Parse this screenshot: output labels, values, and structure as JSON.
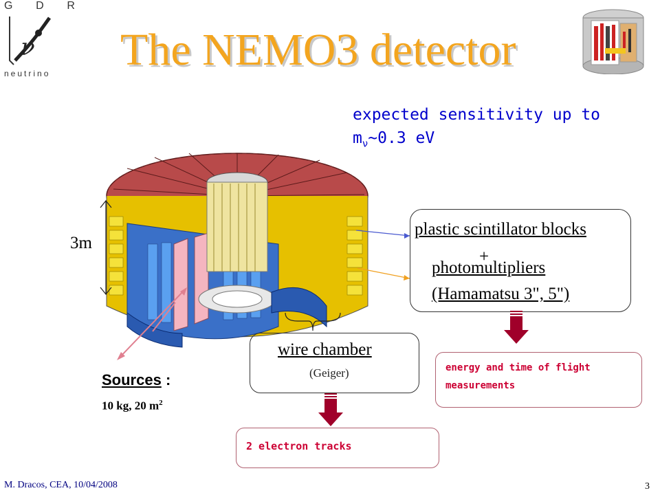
{
  "logo": {
    "letters": [
      "G",
      "D",
      "R"
    ],
    "word": "neutrino",
    "symbol": "ν"
  },
  "title": "The NEMO3 detector",
  "sensitivity": {
    "line1": "expected sensitivity up to",
    "prefix": "m",
    "subscript": "ν",
    "suffix": "~0.3 eV"
  },
  "dimension": {
    "label": "3m"
  },
  "scintillator": {
    "label": "plastic scintillator blocks",
    "plus": "+",
    "pmt": "photomultipliers",
    "pmt_detail": "(Hamamatsu 3\", 5\")"
  },
  "wire_chamber": {
    "label": "wire chamber",
    "sub": "(Geiger)"
  },
  "sources": {
    "label": "Sources",
    "colon": " :",
    "detail": "10 kg, 20 m",
    "detail_sup": "2"
  },
  "results": {
    "energy": "energy and time of flight measurements",
    "tracks": "2 electron tracks"
  },
  "footer": {
    "author": "M. Dracos, CEA, 10/04/2008",
    "page": "3"
  },
  "colors": {
    "title": "#f3a51f",
    "sensitivity": "#0000cc",
    "result_text": "#cc0033",
    "arrow": "#a0002a",
    "footer": "#000080"
  }
}
